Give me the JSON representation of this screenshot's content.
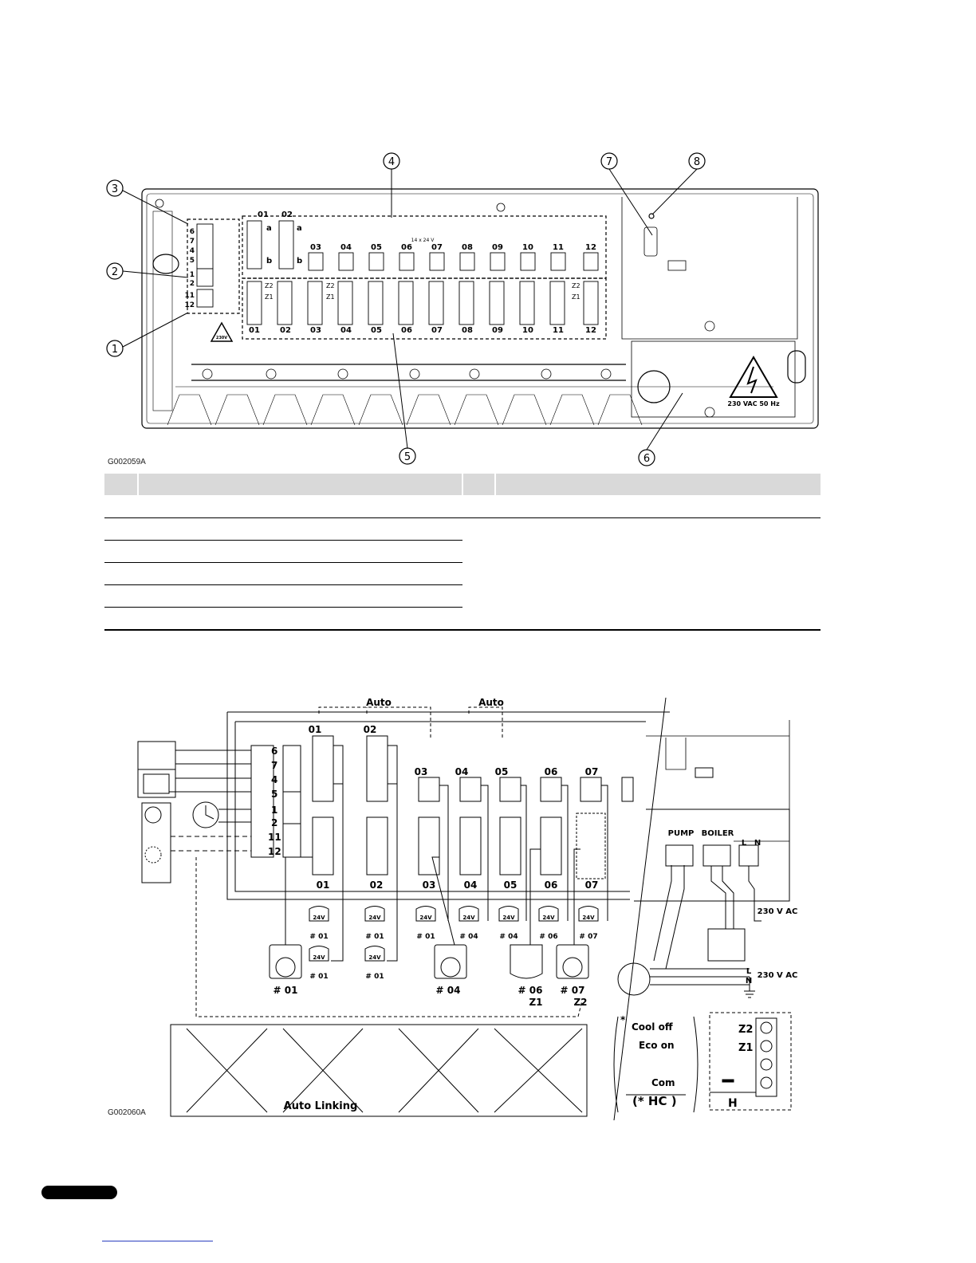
{
  "figures": [
    {
      "id": "G002059A",
      "callouts": [
        "1",
        "2",
        "3",
        "4",
        "5",
        "6",
        "7",
        "8"
      ],
      "terminal_numbers_left": [
        "6",
        "7",
        "4",
        "5",
        "1",
        "2",
        "11",
        "12"
      ],
      "upper_channels": [
        "01",
        "02",
        "03",
        "04",
        "05",
        "06",
        "07",
        "08",
        "09",
        "10",
        "11",
        "12"
      ],
      "lower_channels": [
        "01",
        "02",
        "03",
        "04",
        "05",
        "06",
        "07",
        "08",
        "09",
        "10",
        "11",
        "12"
      ],
      "ab_labels": [
        "a",
        "b"
      ],
      "zone_labels": [
        "Z2",
        "Z1"
      ],
      "actuator_note": "14 x 24 V",
      "warn_small": "230V",
      "mains_label": "230 VAC  50 Hz"
    },
    {
      "id": "G002060A",
      "auto_labels": [
        "Auto",
        "Auto"
      ],
      "terminal_numbers": [
        "6",
        "7",
        "4",
        "5",
        "1",
        "2",
        "11",
        "12"
      ],
      "channel_labels": [
        "01",
        "02",
        "03",
        "04",
        "05",
        "06",
        "07"
      ],
      "actuator_24v": "24V",
      "actuator_refs": [
        "# 01",
        "# 01",
        "# 01",
        "# 04",
        "# 04",
        "# 06",
        "# 07",
        "# 01",
        "# 01"
      ],
      "thermostat_labels": [
        "# 01",
        "# 04",
        "# 06",
        "# 07"
      ],
      "zone_labels": [
        "Z1",
        "Z2"
      ],
      "relay_labels": [
        "PUMP",
        "BOILER"
      ],
      "ln_labels": [
        "L",
        "N"
      ],
      "mains_1": "230 V AC",
      "mains_2": "230 V AC",
      "lne_labels": [
        "L",
        "N"
      ],
      "auto_linking": "Auto Linking",
      "hc_asterisk": "*",
      "hc_rows": [
        "Cool off",
        "Eco on"
      ],
      "hc_com": "Com",
      "hc_title": "(* HC )",
      "h_rows": [
        "Z2",
        "Z1"
      ],
      "h_title": "H"
    }
  ],
  "colors": {
    "line": "#000000",
    "table_header": "#d9d9d9",
    "pagetab": "#000000",
    "link": "#2a3fbf"
  }
}
